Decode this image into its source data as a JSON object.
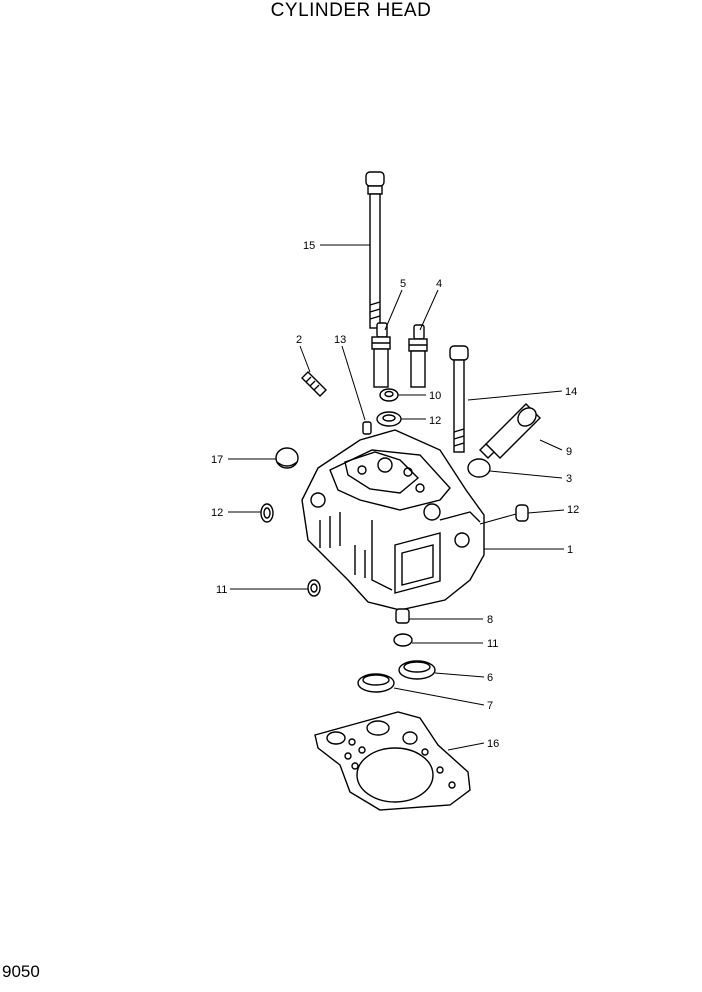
{
  "title": "CYLINDER HEAD",
  "page_code": "9050",
  "callouts": {
    "c15": "15",
    "c5": "5",
    "c4": "4",
    "c2": "2",
    "c13": "13",
    "c10": "10",
    "c12a": "12",
    "c14": "14",
    "c9": "9",
    "c17": "17",
    "c3": "3",
    "c12b": "12",
    "c12c": "12",
    "c1": "1",
    "c11a": "11",
    "c8": "8",
    "c11b": "11",
    "c6": "6",
    "c7": "7",
    "c16": "16"
  }
}
